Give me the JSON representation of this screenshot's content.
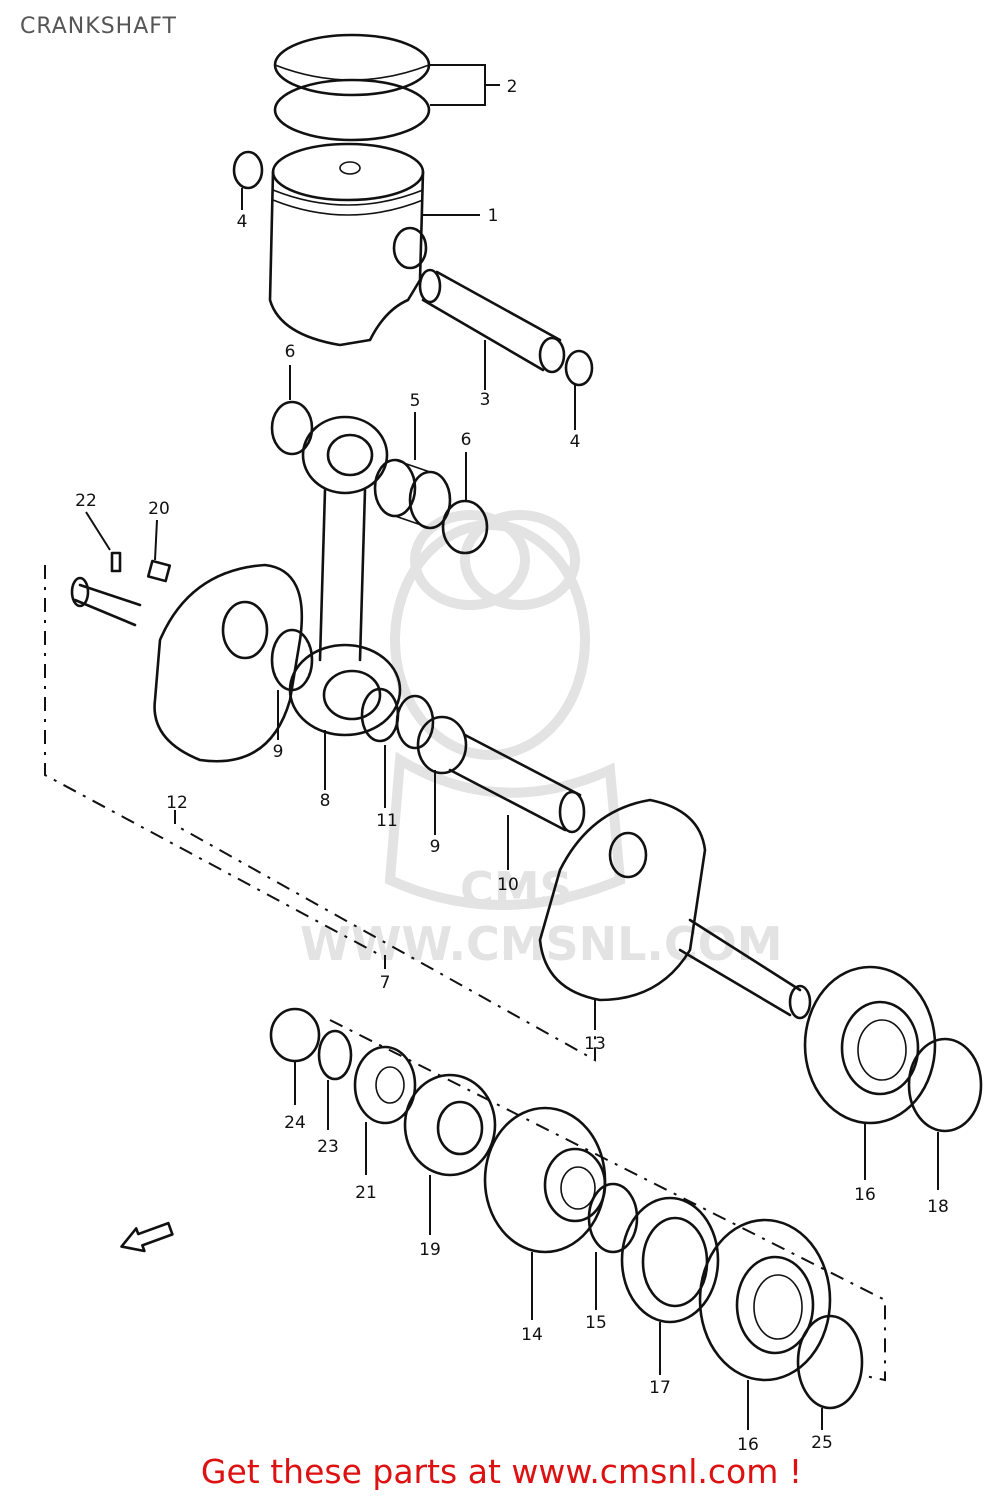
{
  "title": "CRANKSHAFT",
  "footer": "Get these parts at www.cmsnl.com !",
  "watermark": {
    "text": "WWW.CMSNL.COM",
    "logo": "CMS"
  },
  "labels": [
    "1",
    "2",
    "3",
    "4",
    "4",
    "5",
    "6",
    "6",
    "7",
    "8",
    "9",
    "9",
    "10",
    "11",
    "12",
    "13",
    "14",
    "15",
    "16",
    "16",
    "17",
    "18",
    "19",
    "20",
    "21",
    "22",
    "23",
    "24",
    "25"
  ],
  "fwd_arrow": "FWD"
}
